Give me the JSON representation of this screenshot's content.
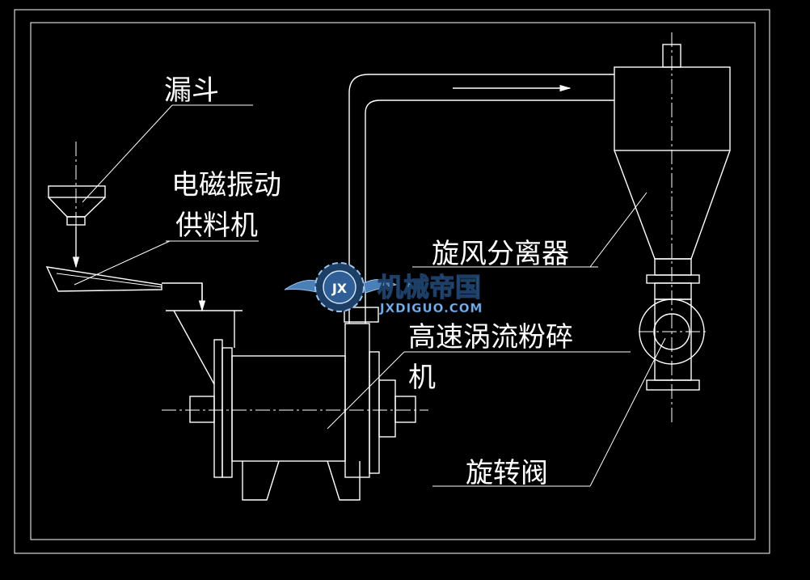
{
  "labels": {
    "funnel": "漏斗",
    "feeder_line1": "电磁振动",
    "feeder_line2": "供料机",
    "cyclone": "旋风分离器",
    "mill_line1": "高速涡流粉碎",
    "mill_line2": "机",
    "valve": "旋转阀"
  },
  "watermark": {
    "logo_letters": "JX",
    "brand": "机械帝国",
    "url": "JXDIGUO.COM"
  },
  "colors": {
    "background": "#000000",
    "lines": "#ffffff",
    "watermark_blue": "#4a7fb8",
    "watermark_dark": "#1d3f66"
  }
}
